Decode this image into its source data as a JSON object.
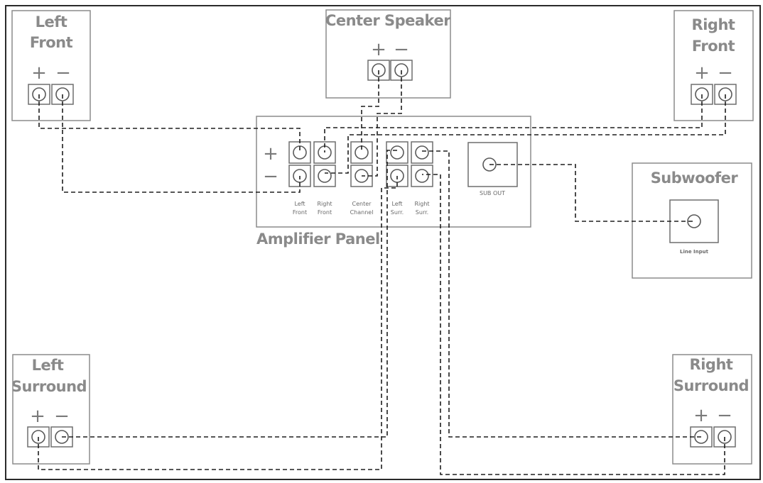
{
  "speakers": {
    "left_front": {
      "line1": "Left",
      "line2": "Front"
    },
    "center": {
      "label": "Center Speaker"
    },
    "right_front": {
      "line1": "Right",
      "line2": "Front"
    },
    "left_surround": {
      "line1": "Left",
      "line2": "Surround"
    },
    "right_surround": {
      "line1": "Right",
      "line2": "Surround"
    },
    "subwoofer": {
      "label": "Subwoofer",
      "input_label": "Line Input"
    }
  },
  "polarity": {
    "plus": "+",
    "minus": "−"
  },
  "amplifier": {
    "label": "Amplifier Panel",
    "plus": "+",
    "minus": "−",
    "channels": [
      {
        "line1": "Left",
        "line2": "Front"
      },
      {
        "line1": "Right",
        "line2": "Front"
      },
      {
        "line1": "Center",
        "line2": "Channel"
      },
      {
        "line1": "Left",
        "line2": "Surr."
      },
      {
        "line1": "Right",
        "line2": "Surr."
      }
    ],
    "sub_out": "SUB OUT"
  }
}
